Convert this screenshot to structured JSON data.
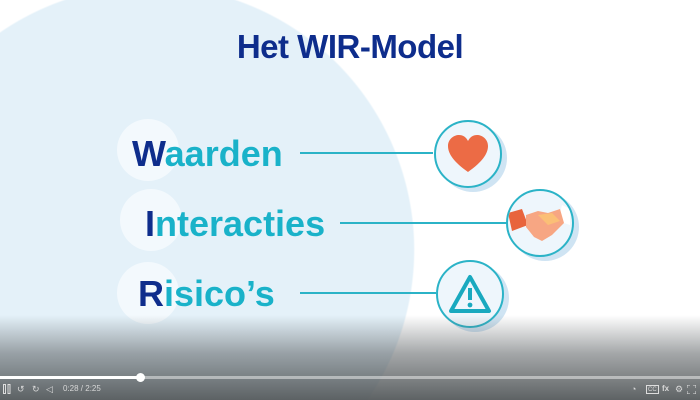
{
  "slide": {
    "title": "Het WIR-Model",
    "items": [
      {
        "initial": "W",
        "rest": "aarden",
        "icon": "heart-icon"
      },
      {
        "initial": "I",
        "rest": "nteracties",
        "icon": "handshake-icon"
      },
      {
        "initial": "R",
        "rest": "isico’s",
        "icon": "warning-icon"
      }
    ]
  },
  "player": {
    "current_time": "0:28",
    "duration": "2:25",
    "time_label": "0:28 / 2:25",
    "progress": 0.2,
    "cc_label": "CC",
    "speed_label": "fx"
  }
}
